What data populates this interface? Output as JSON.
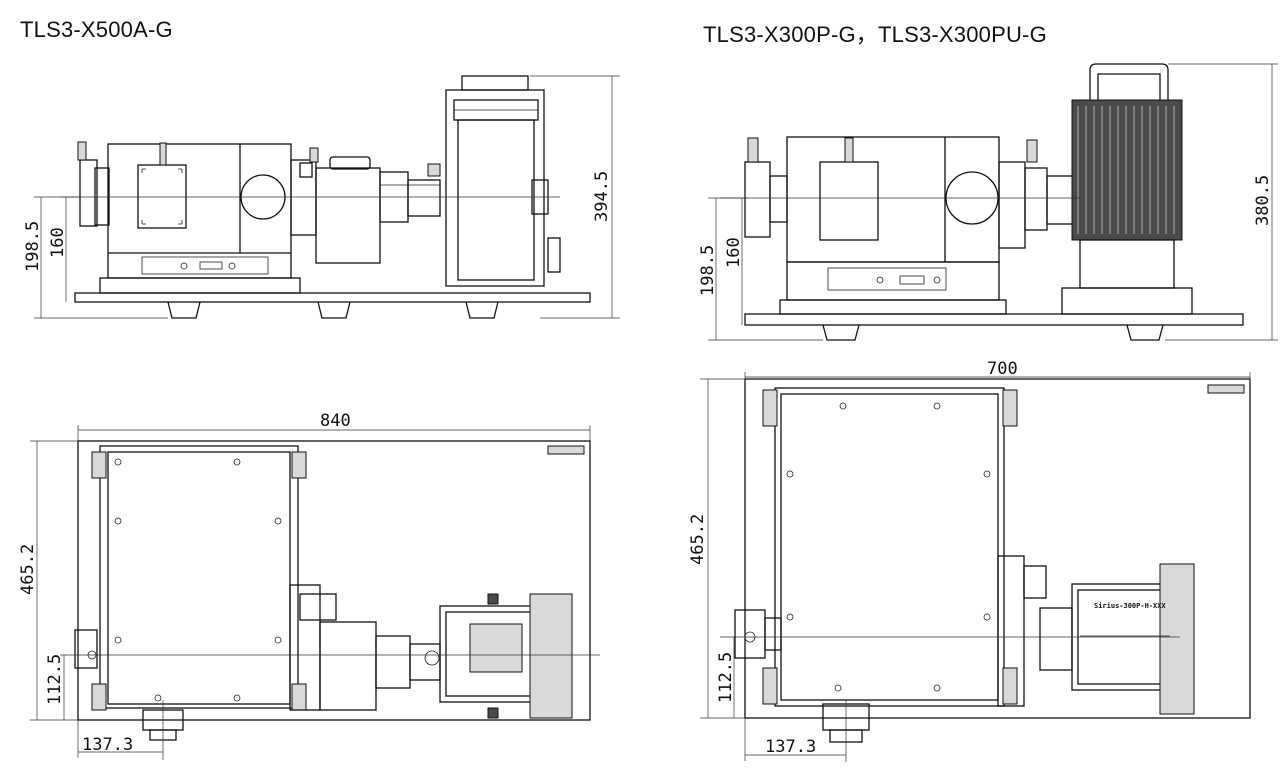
{
  "titles": {
    "left": "TLS3-X500A-G",
    "right": "TLS3-X300P-G，TLS3-X300PU-G"
  },
  "left_side_view": {
    "height_total": "394.5",
    "height_axis": "198.5",
    "height_inner": "160"
  },
  "left_top_view": {
    "width": "840",
    "depth": "465.2",
    "offset_y": "112.5",
    "offset_x": "137.3"
  },
  "right_side_view": {
    "height_total": "380.5",
    "height_axis": "198.5",
    "height_inner": "160"
  },
  "right_top_view": {
    "width": "700",
    "depth": "465.2",
    "offset_y": "112.5",
    "offset_x": "137.3",
    "plate_label": "Sirius-300P-H-XXX"
  }
}
